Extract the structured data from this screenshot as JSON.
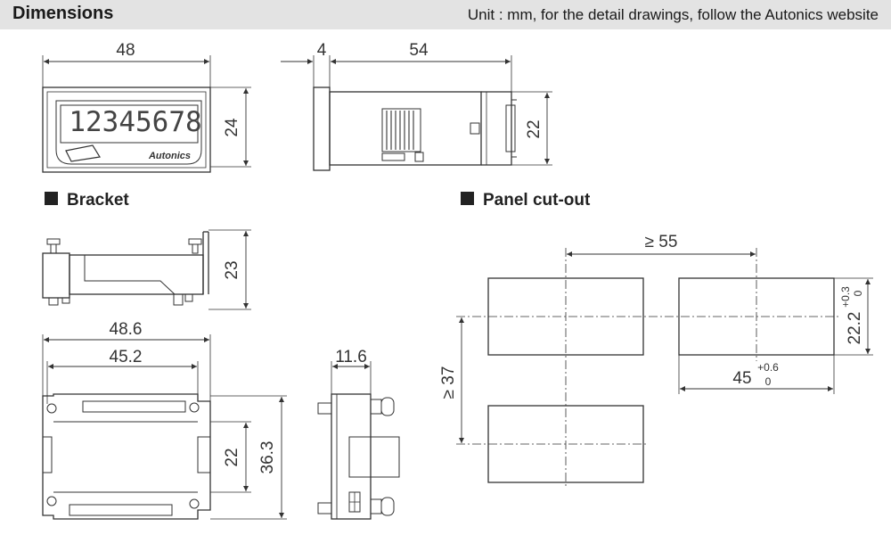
{
  "header": {
    "title": "Dimensions",
    "note": "Unit : mm, for the detail drawings, follow the Autonics website"
  },
  "front_view": {
    "width": "48",
    "height": "24",
    "display_digits": "12345678",
    "brand": "Autonics"
  },
  "side_view": {
    "bezel_depth": "4",
    "body_depth": "54",
    "height": "22"
  },
  "bracket": {
    "title": "Bracket",
    "height": "23",
    "outer_width": "48.6",
    "inner_width": "45.2",
    "inner_height": "22",
    "outer_height": "36.3",
    "side_width": "11.6"
  },
  "panel_cutout": {
    "title": "Panel cut-out",
    "horizontal_pitch": "≥ 55",
    "vertical_pitch": "≥ 37",
    "cut_height": "22.2",
    "cut_height_tol_upper": "+0.3",
    "cut_height_tol_lower": "0",
    "cut_width": "45",
    "cut_width_tol_upper": "+0.6",
    "cut_width_tol_lower": "0"
  }
}
